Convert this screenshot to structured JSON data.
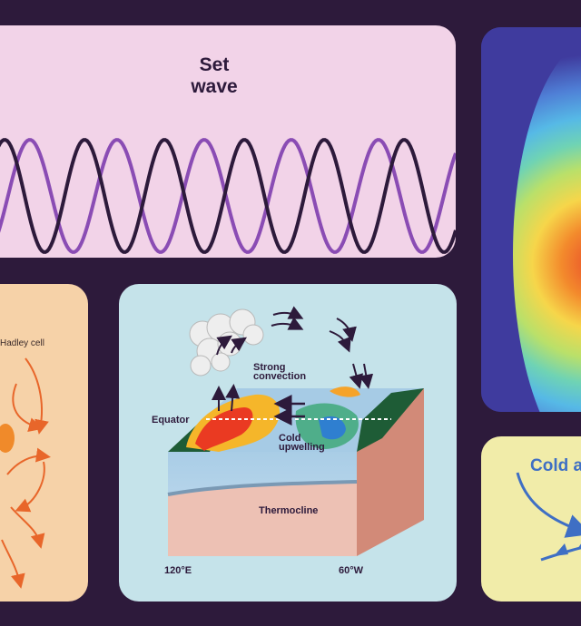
{
  "wave_panel": {
    "title_line1": "Set",
    "title_line2": "wave"
  },
  "hadley_panel": {
    "label": "Hadley cell"
  },
  "enso_panel": {
    "strong_convection_line1": "Strong",
    "strong_convection_line2": "convection",
    "equator": "Equator",
    "cold_upwelling_line1": "Cold",
    "cold_upwelling_line2": "upwelling",
    "thermocline": "Thermocline",
    "lon_left": "120°E",
    "lon_right": "60°W"
  },
  "cold_panel": {
    "title": "Cold a"
  },
  "colors": {
    "background": "#2d1a3b",
    "wave_panel": "#f2d3e8",
    "wave_purple": "#8a4cb4",
    "wave_dark": "#2d1a3b",
    "hadley_panel": "#f6d2a8",
    "hadley_arrow": "#e8662a",
    "enso_panel": "#c5e3ea",
    "cold_panel": "#f1eca9",
    "cold_accent": "#3f6fc4"
  }
}
